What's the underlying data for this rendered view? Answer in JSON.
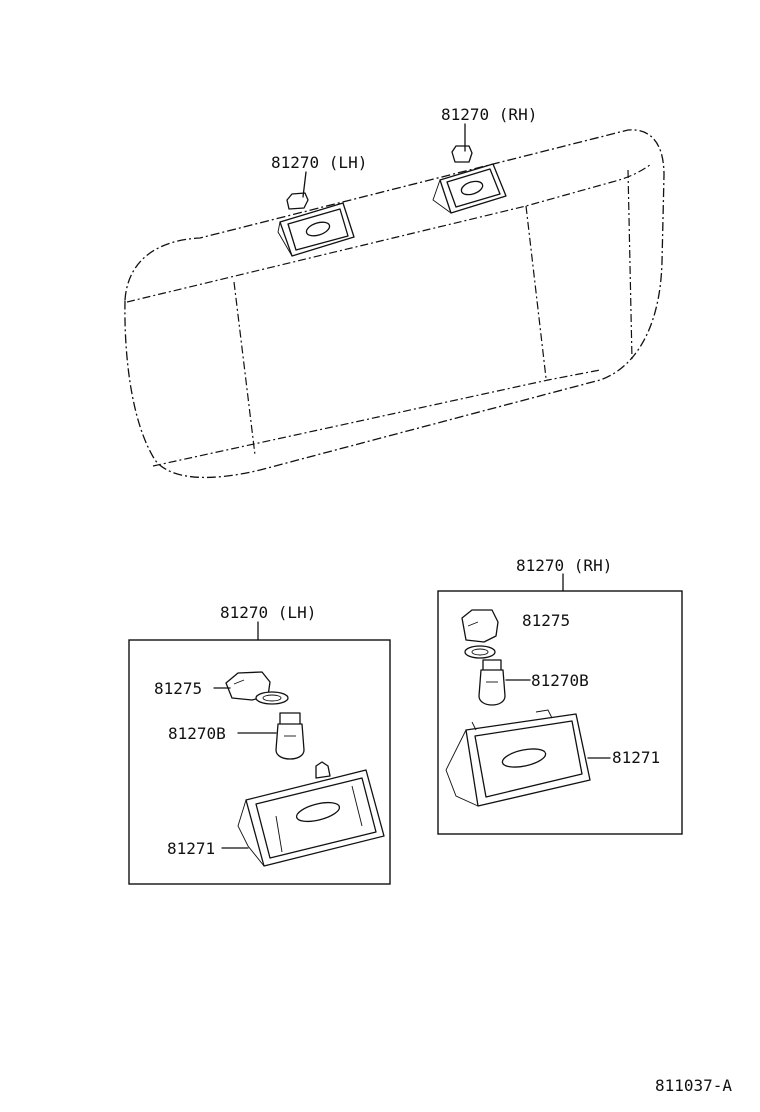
{
  "diagram": {
    "top_labels": {
      "rh": "81270 (RH)",
      "lh": "81270 (LH)"
    },
    "left_group": {
      "title": "81270 (LH)",
      "socket": "81275",
      "bulb": "81270B",
      "lens": "81271"
    },
    "right_group": {
      "title": "81270 (RH)",
      "socket": "81275",
      "bulb": "81270B",
      "lens": "81271"
    },
    "figure_code": "811037-A"
  }
}
